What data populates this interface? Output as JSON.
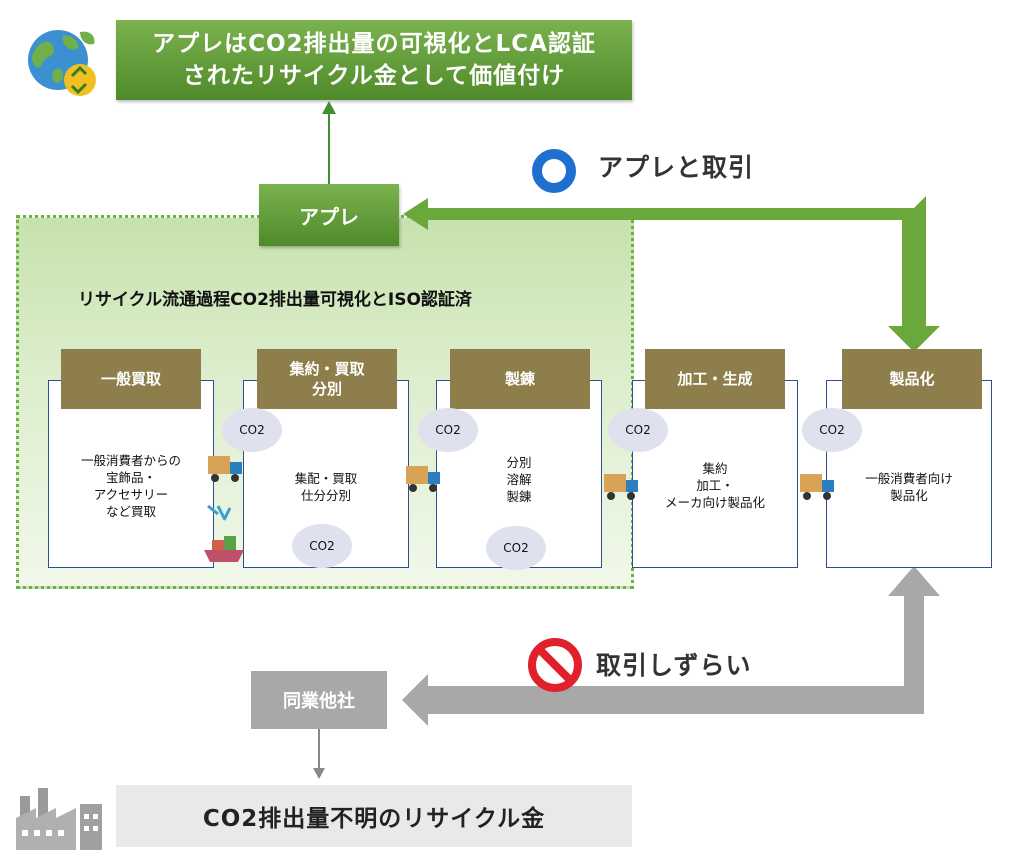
{
  "header": {
    "line1": "アプレはCO2排出量の可視化とLCA認証",
    "line2": "されたリサイクル金として価値付け"
  },
  "apple_box": {
    "label": "アプレ"
  },
  "zone": {
    "title": "リサイクル流通過程CO2排出量可視化とISO認証済"
  },
  "trade_ok": {
    "label": "アプレと取引"
  },
  "trade_ng": {
    "label": "取引しずらい"
  },
  "stages": [
    {
      "title": "一般買取",
      "text": [
        "一般消費者からの",
        "宝飾品・",
        "アクセサリー",
        "など買取"
      ]
    },
    {
      "title_lines": [
        "集約・買取",
        "分別"
      ],
      "text": [
        "集配・買取",
        "仕分分別"
      ]
    },
    {
      "title": "製錬",
      "text": [
        "分別",
        "溶解",
        "製錬"
      ]
    },
    {
      "title": "加工・生成",
      "text": [
        "集約",
        "加工・",
        "メーカ向け製品化"
      ]
    },
    {
      "title": "製品化",
      "text": [
        "一般消費者向け",
        "製品化"
      ]
    }
  ],
  "co2_label": "CO2",
  "competitor": {
    "label": "同業他社"
  },
  "bottom": {
    "label": "CO2排出量不明のリサイクル金"
  },
  "colors": {
    "green": "#5f9a36",
    "stage_header": "#8e7e4b",
    "stage_border": "#2f4e8f",
    "gray_arrow": "#a8a8a8",
    "ok_ring": "#1f6fd1",
    "ng_sign": "#e0202a"
  },
  "icons": [
    "earth-recycle-icon",
    "truck-icon",
    "factory-icon",
    "circle-ok-icon",
    "no-entry-icon"
  ]
}
